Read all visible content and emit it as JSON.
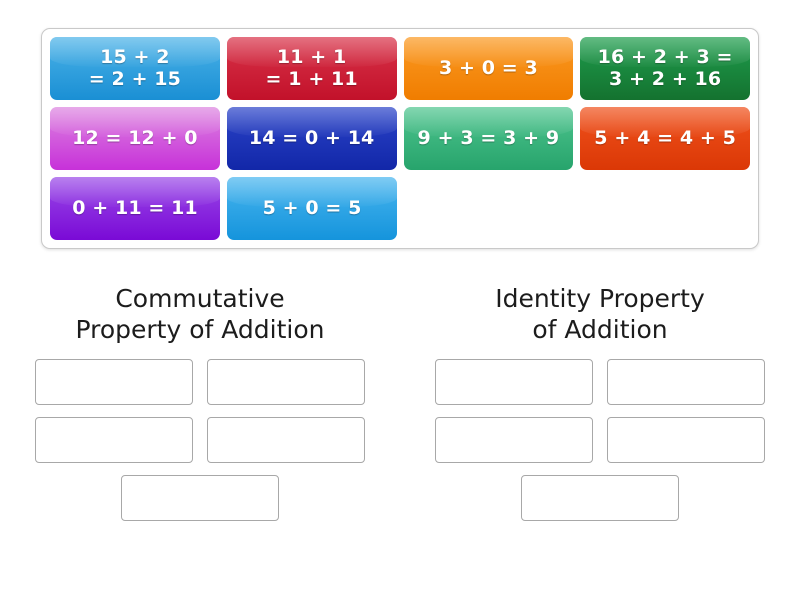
{
  "activity": {
    "type": "group-sort",
    "tray": {
      "tiles": [
        {
          "text": "15 + 2\n= 2 + 15",
          "color_start": "#4cb3e8",
          "color_end": "#1a8fd4",
          "name": "tile-15-plus-2"
        },
        {
          "text": "11 + 1\n= 1 + 11",
          "color_start": "#d9344a",
          "color_end": "#c2112a",
          "name": "tile-11-plus-1"
        },
        {
          "text": "3 + 0 = 3",
          "color_start": "#fb9a23",
          "color_end": "#f07d00",
          "name": "tile-3-plus-0"
        },
        {
          "text": "16 + 2 + 3 =\n3 + 2 + 16",
          "color_start": "#1f9e4e",
          "color_end": "#14722f",
          "name": "tile-16-plus-2-plus-3"
        },
        {
          "text": "12 = 12 + 0",
          "color_start": "#dd85e0",
          "color_end": "#c731d9",
          "name": "tile-12-equals-12-plus-0"
        },
        {
          "text": "14 = 0 + 14",
          "color_start": "#2b44c9",
          "color_end": "#1227a8",
          "name": "tile-14-equals-0-plus-14"
        },
        {
          "text": "9 + 3 = 3 + 9",
          "color_start": "#4fc58f",
          "color_end": "#27a46c",
          "name": "tile-9-plus-3"
        },
        {
          "text": "5 + 4 = 4 + 5",
          "color_start": "#f0521d",
          "color_end": "#db3806",
          "name": "tile-5-plus-4"
        },
        {
          "text": "0 + 11 = 11",
          "color_start": "#9a4ae8",
          "color_end": "#7a0ad6",
          "name": "tile-0-plus-11"
        },
        {
          "text": "5 + 0 = 5",
          "color_start": "#49b6ef",
          "color_end": "#1594dc",
          "name": "tile-5-plus-0"
        }
      ]
    },
    "groups": [
      {
        "title": "Commutative\nProperty of Addition",
        "name": "group-commutative-property",
        "slots": 5,
        "slot_values": [
          "",
          "",
          "",
          "",
          ""
        ]
      },
      {
        "title": "Identity Property\nof Addition",
        "name": "group-identity-property",
        "slots": 5,
        "slot_values": [
          "",
          "",
          "",
          "",
          ""
        ]
      }
    ]
  },
  "colors": {
    "background": "#ffffff",
    "tray_border": "#c9c9c9",
    "slot_border": "#a8a8a8",
    "title_text": "#1c1c1c",
    "tile_text": "#ffffff"
  }
}
